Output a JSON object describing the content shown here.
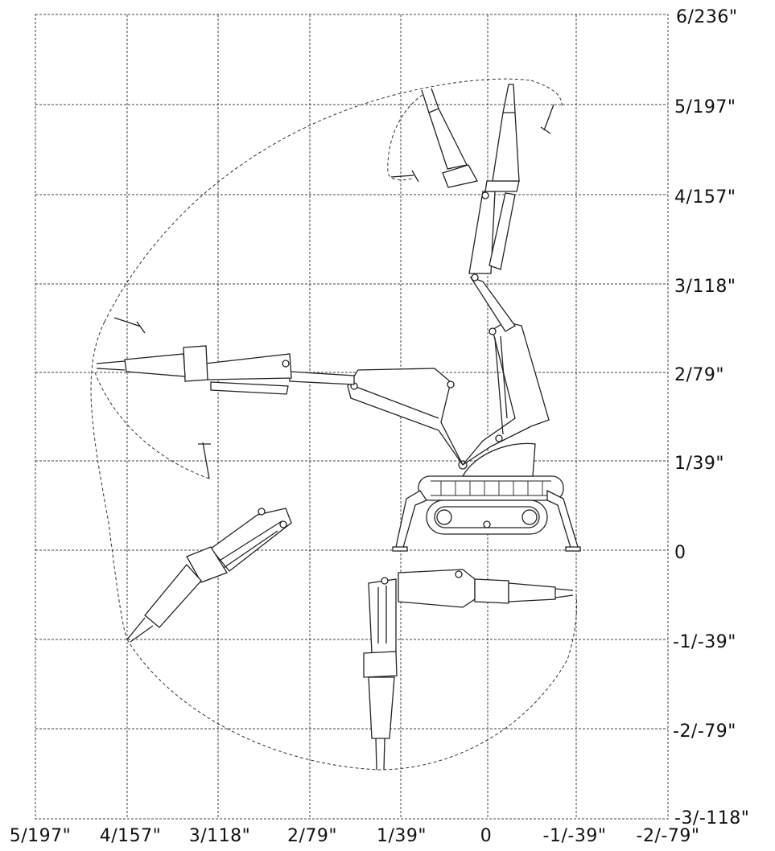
{
  "x_axis_labels": [
    "5/197\"",
    "4/157\"",
    "3/118\"",
    "2/79\"",
    "1/39\"",
    "0",
    "-1/-39\"",
    "-2/-79\""
  ],
  "y_axis_labels": [
    "6/236\"",
    "5/197\"",
    "4/157\"",
    "3/118\"",
    "2/79\"",
    "1/39\"",
    "0",
    "-1/-39\"",
    "-2/-79\"",
    "-3/-118\""
  ],
  "colors": {
    "line": "#222222",
    "grid": "#444444",
    "background": "#ffffff"
  }
}
